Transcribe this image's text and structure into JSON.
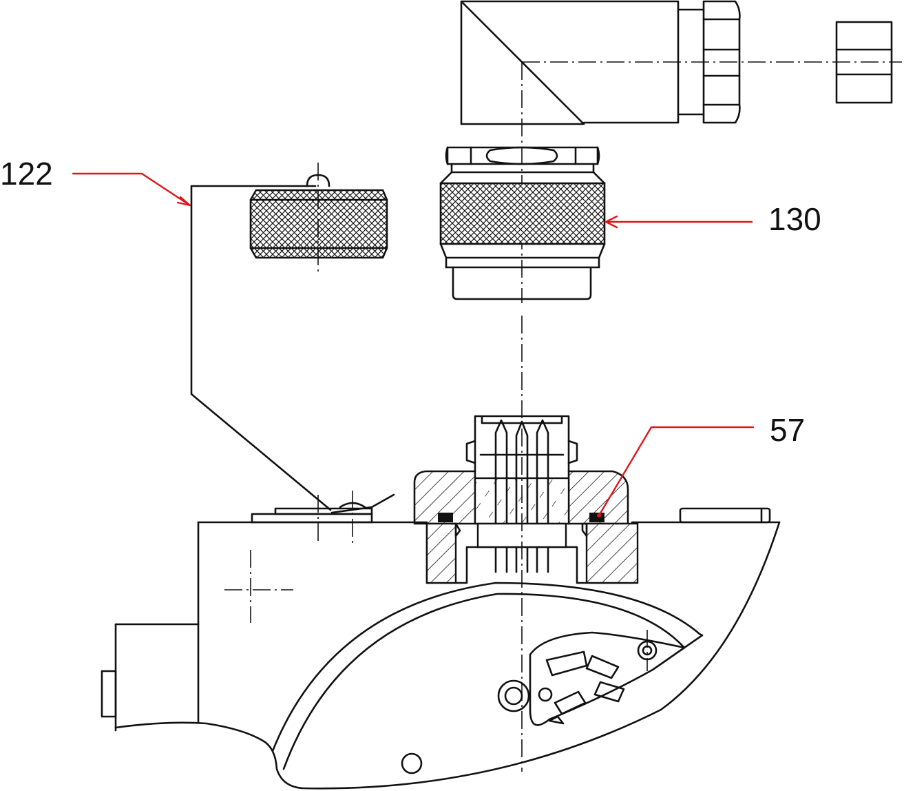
{
  "labels": {
    "ref_122": "122",
    "ref_130": "130",
    "ref_57": "57"
  },
  "colors": {
    "line": "#111111",
    "leader": "#e0141a",
    "background": "#ffffff"
  }
}
